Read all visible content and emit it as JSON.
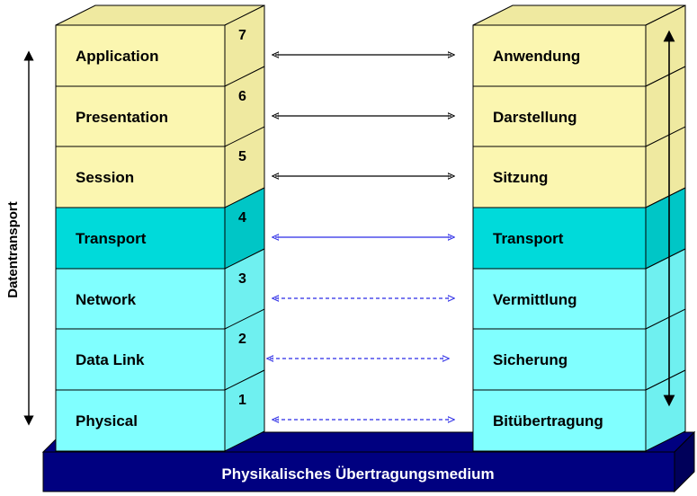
{
  "side_label": "Datentransport",
  "base_label": "Physikalisches Übertragungsmedium",
  "layers": [
    {
      "num": "7",
      "en": "Application",
      "de": "Anwendung",
      "group": "upper"
    },
    {
      "num": "6",
      "en": "Presentation",
      "de": "Darstellung",
      "group": "upper"
    },
    {
      "num": "5",
      "en": "Session",
      "de": "Sitzung",
      "group": "upper"
    },
    {
      "num": "4",
      "en": "Transport",
      "de": "Transport",
      "group": "transport"
    },
    {
      "num": "3",
      "en": "Network",
      "de": "Vermittlung",
      "group": "lower"
    },
    {
      "num": "2",
      "en": "Data Link",
      "de": "Sicherung",
      "group": "lower"
    },
    {
      "num": "1",
      "en": "Physical",
      "de": "Bitübertragung",
      "group": "lower"
    }
  ],
  "arrows": [
    {
      "style": "solid",
      "color": "#000000"
    },
    {
      "style": "solid",
      "color": "#000000"
    },
    {
      "style": "solid",
      "color": "#000000"
    },
    {
      "style": "solid",
      "color": "#2a2ae6"
    },
    {
      "style": "dashed",
      "color": "#2a2ae6"
    },
    {
      "style": "dashed",
      "color": "#2a2ae6"
    },
    {
      "style": "dashed",
      "color": "#2a2ae6"
    }
  ],
  "colors": {
    "upper_front": "#fbf6b0",
    "upper_side": "#efe9a0",
    "transport_front": "#00dada",
    "transport_side": "#00c6c6",
    "lower_front": "#80ffff",
    "lower_side": "#6ff0f0",
    "base": "#000080",
    "base_dark": "#00005a"
  }
}
